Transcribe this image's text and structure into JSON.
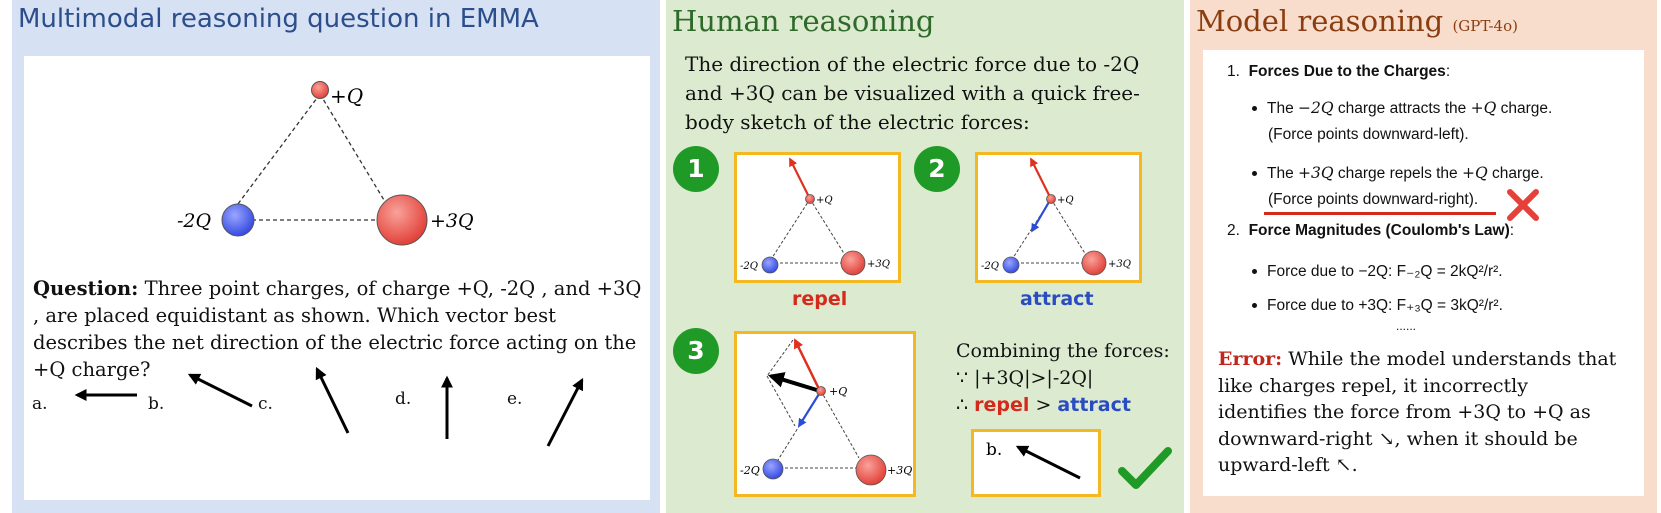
{
  "panel1": {
    "title": "Multimodal  reasoning question  in EMMA",
    "diagram": {
      "charge_top": "+Q",
      "charge_left": "-2Q",
      "charge_right": "+3Q"
    },
    "question_label": "Question:",
    "question_text": "Three point charges, of charge  +Q, -2Q , and +3Q , are placed equidistant as shown. Which vector best describes the net direction of the electric force acting on the +Q  charge?",
    "options": [
      "a.",
      "b.",
      "c.",
      "d.",
      "e."
    ]
  },
  "panel2": {
    "title": "Human reasoning",
    "intro": "The direction of the electric force due to -2Q and +3Q can be visualized with a quick free-body sketch of the electric forces:",
    "steps": [
      "1",
      "2",
      "3"
    ],
    "sketch_labels": {
      "top": "+Q",
      "left": "-2Q",
      "right": "+3Q"
    },
    "repel_label": "repel",
    "attract_label": "attract",
    "combining": "Combining the forces:",
    "because": "∵ |+3Q|>|-2Q|",
    "therefore_symbol": "∴",
    "therefore_repel": "repel",
    "therefore_gt": ">",
    "therefore_attract": "attract",
    "answer_option": "b."
  },
  "panel3": {
    "title": "Model reasoning",
    "title_model": "(GPT-4o)",
    "item1_num": "1.",
    "item1_title": "Forces Due to the Charges",
    "b1_prefix": "The",
    "b1_charge": "−2Q",
    "b1_mid": "charge attracts the",
    "b1_target": "+Q",
    "b1_suffix": "charge.",
    "b1_note": "(Force points downward-left).",
    "b2_prefix": "The",
    "b2_charge": "+3Q",
    "b2_mid": "charge repels the",
    "b2_target": "+Q",
    "b2_suffix": "charge.",
    "b2_note": "(Force points downward-right).",
    "item2_num": "2.",
    "item2_title": "Force Magnitudes (Coulomb's Law)",
    "f1": "Force due to −2Q: F₋₂Q = 2kQ²/r².",
    "f2": "Force due to +3Q: F₊₃Q = 3kQ²/r².",
    "ellipsis": "......",
    "error_label": "Error:",
    "error_text": "While the model understands that like charges repel, it incorrectly identifies the force from +3Q to +Q as downward-right ↘, when it should be upward-left ↖."
  },
  "colors": {
    "panel1_bg": "#d6e1f4",
    "panel2_bg": "#dcebd0",
    "panel3_bg": "#f8ddcd",
    "badge": "#1f9a27",
    "box_border": "#f4b921",
    "repel": "#d42a1b",
    "attract": "#2a4cc2",
    "positive_charge": "#e8463f",
    "negative_charge": "#3b4fe0"
  }
}
